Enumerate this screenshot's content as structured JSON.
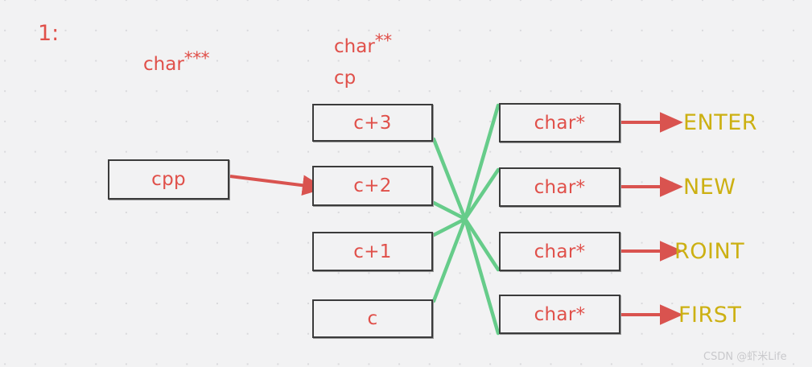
{
  "diagram": {
    "title": "1:",
    "background_color": "#f2f2f3",
    "accent_red": "#e0504a",
    "accent_green": "#66cc8a",
    "accent_gold": "#ccb012",
    "box_border": "#3b3b3b",
    "labels": {
      "char3": "char***",
      "char2": "char**",
      "cp": "cp"
    },
    "pointer_box": {
      "text": "cpp"
    },
    "cp_array": [
      {
        "text": "c+3"
      },
      {
        "text": "c+2"
      },
      {
        "text": "c+1"
      },
      {
        "text": "c"
      }
    ],
    "char_boxes": [
      {
        "text": "char*"
      },
      {
        "text": "char*"
      },
      {
        "text": "char*"
      },
      {
        "text": "char*"
      }
    ],
    "strings": [
      {
        "text": "ENTER"
      },
      {
        "text": "NEW"
      },
      {
        "text": "ROINT"
      },
      {
        "text": "FIRST"
      }
    ],
    "watermark": "CSDN @虾米Life"
  }
}
